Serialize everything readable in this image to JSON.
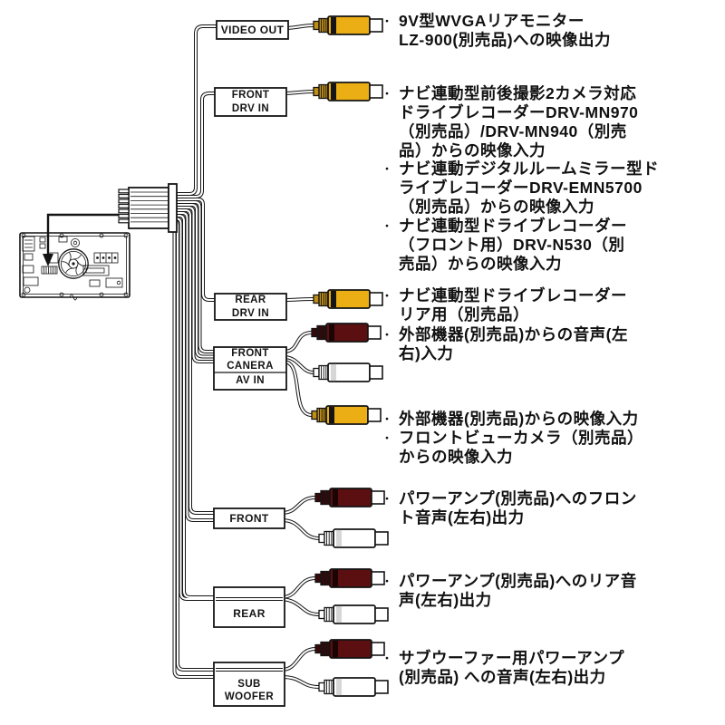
{
  "colors": {
    "line": "#141414",
    "rca_yellow": "#EBAE15",
    "rca_yellow_relief": "#bf8e16",
    "rca_red": "#5C0F10",
    "rca_red_relief": "#35090a",
    "background": "#ffffff"
  },
  "bullet_char": "・",
  "ports": [
    {
      "label": [
        "VIDEO OUT"
      ]
    },
    {
      "label": [
        "FRONT",
        "DRV IN"
      ]
    },
    {
      "label": [
        "REAR",
        "DRV IN"
      ]
    },
    {
      "label": [
        "FRONT",
        "CANERA"
      ],
      "sublabel": "AV IN"
    },
    {
      "label": [
        "FRONT"
      ]
    },
    {
      "label": [
        "REAR"
      ]
    },
    {
      "label": [
        "SUB",
        "WOOFER"
      ]
    }
  ],
  "notes": [
    {
      "lines": [
        "9V型WVGAリアモニター",
        "LZ-900(別売品)への映像出力"
      ]
    },
    {
      "lines": [
        "ナビ連動型前後撮影2カメラ対応",
        "ドライブレコーダーDRV-MN970",
        "（別売品）/DRV-MN940（別売",
        "品）からの映像入力"
      ]
    },
    {
      "lines": [
        "ナビ連動デジタルルームミラー型ド",
        "ライブレコーダーDRV-EMN5700",
        "（別売品）からの映像入力"
      ]
    },
    {
      "lines": [
        "ナビ連動型ドライブレコーダー",
        "（フロント用）DRV-N530（別",
        "売品）からの映像入力"
      ]
    },
    {
      "lines": [
        "ナビ連動型ドライブレコーダー",
        "リア用（別売品）"
      ]
    },
    {
      "lines": [
        "外部機器(別売品)からの音声(左",
        "右)入力"
      ]
    },
    {
      "lines": [
        "外部機器(別売品)からの映像入力"
      ]
    },
    {
      "lines": [
        "フロントビューカメラ（別売品）",
        "からの映像入力"
      ]
    },
    {
      "lines": [
        "パワーアンプ(別売品)へのフロン",
        "ト音声(左右)出力"
      ]
    },
    {
      "lines": [
        "パワーアンプ(別売品)へのリア音",
        "声(左右)出力"
      ]
    },
    {
      "lines": [
        "サブウーファー用パワーアンプ",
        "(別売品) への音声(左右)出力"
      ]
    }
  ]
}
